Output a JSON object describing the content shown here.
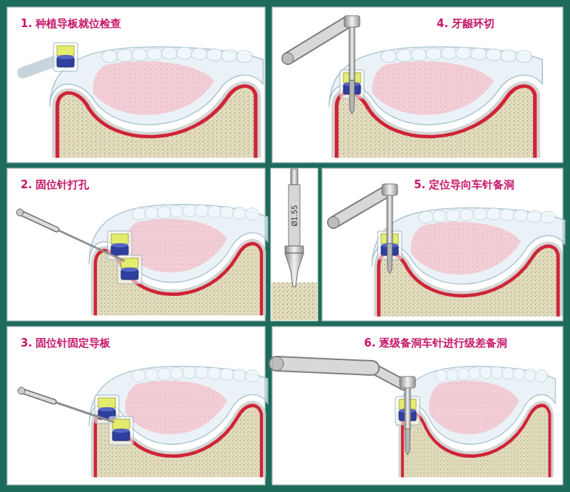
{
  "diagram": {
    "nodes": [
      {
        "text": [
          "1. 种植导板就位检查"
        ]
      },
      {
        "text": [
          "2. 固位针打孔"
        ]
      },
      {
        "text": [
          "3. 固位针固定导板"
        ]
      },
      {
        "text": [
          "4. 牙龈环切"
        ]
      },
      {
        "text": [
          "5. 定位导向车针备洞"
        ]
      },
      {
        "text": [
          "6. 逐级备洞车针进行级差备洞"
        ]
      }
    ],
    "labels": [
      "Ø1.55"
    ]
  }
}
